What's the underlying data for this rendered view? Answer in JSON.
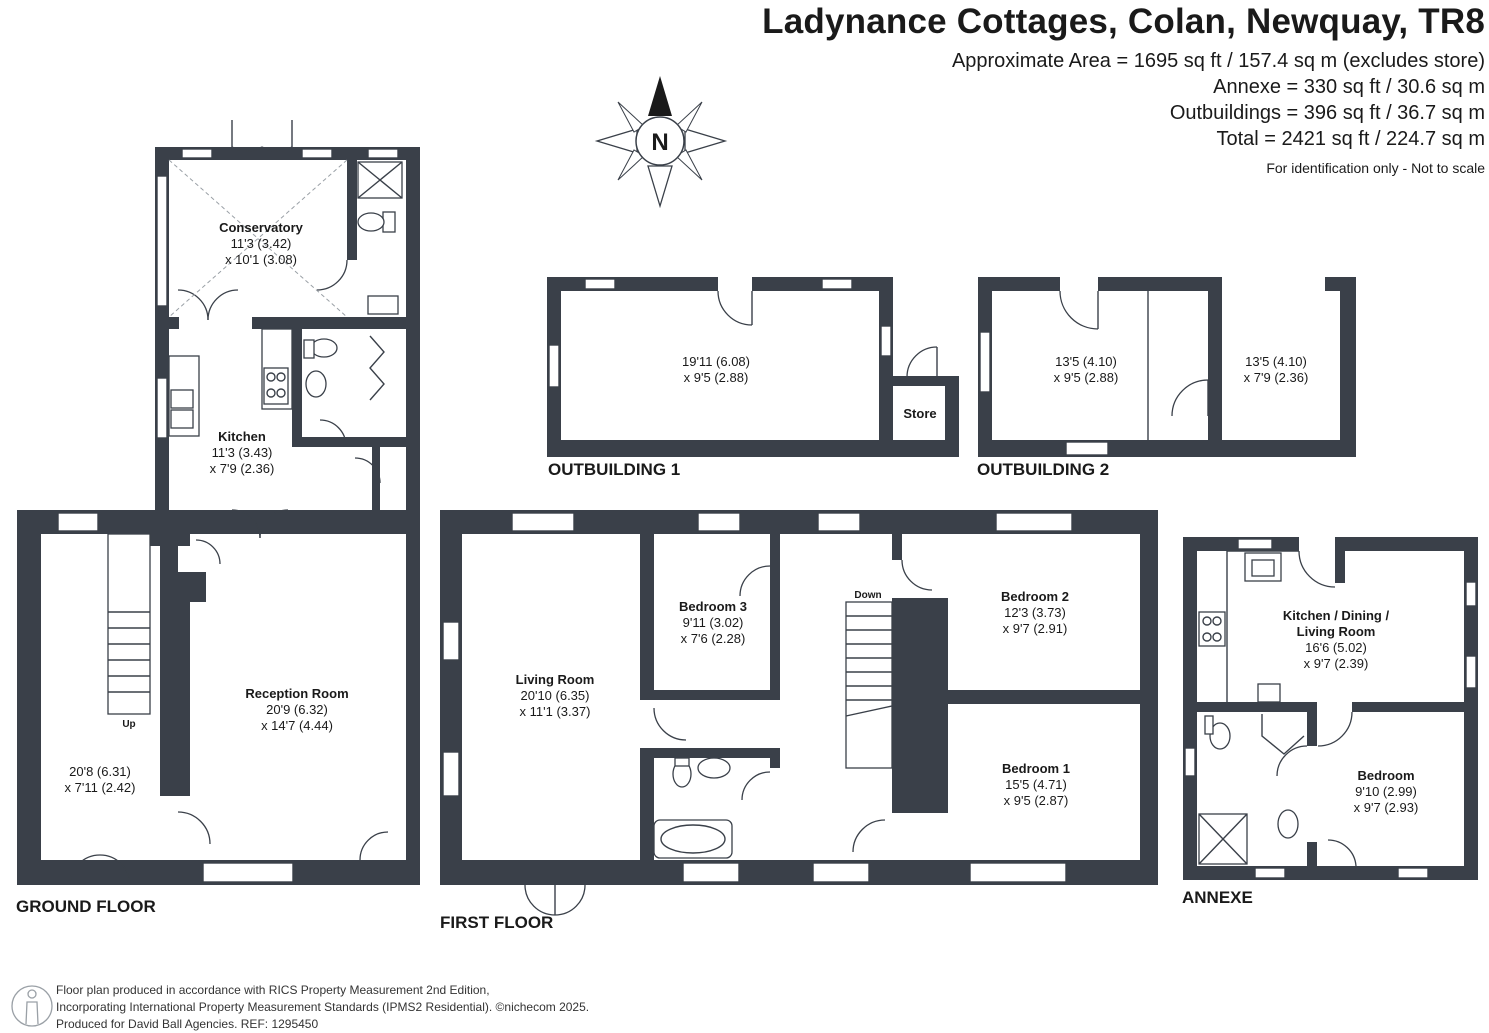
{
  "header": {
    "title": "Ladynance Cottages, Colan, Newquay, TR8",
    "areas": [
      "Approximate Area = 1695 sq ft / 157.4 sq m (excludes store)",
      "Annexe = 330 sq ft / 30.6 sq m",
      "Outbuildings = 396 sq ft / 36.7 sq m",
      "Total = 2421 sq ft / 224.7 sq m"
    ],
    "note": "For identification only - Not to scale"
  },
  "compass": {
    "label": "N"
  },
  "floors": {
    "ground": {
      "label": "GROUND FLOOR",
      "rooms": {
        "conservatory": {
          "name": "Conservatory",
          "dims": [
            "11'3 (3.42)",
            "x 10'1 (3.08)"
          ]
        },
        "kitchen": {
          "name": "Kitchen",
          "dims": [
            "11'3 (3.43)",
            "x 7'9 (2.36)"
          ]
        },
        "reception": {
          "name": "Reception Room",
          "dims": [
            "20'9 (6.32)",
            "x 14'7 (4.44)"
          ]
        },
        "hall": {
          "dims": [
            "20'8 (6.31)",
            "x 7'11 (2.42)"
          ]
        }
      },
      "stairs_label": "Up"
    },
    "first": {
      "label": "FIRST FLOOR",
      "rooms": {
        "living": {
          "name": "Living Room",
          "dims": [
            "20'10 (6.35)",
            "x 11'1 (3.37)"
          ]
        },
        "bed3": {
          "name": "Bedroom 3",
          "dims": [
            "9'11 (3.02)",
            "x 7'6 (2.28)"
          ]
        },
        "bed2": {
          "name": "Bedroom 2",
          "dims": [
            "12'3 (3.73)",
            "x 9'7 (2.91)"
          ]
        },
        "bed1": {
          "name": "Bedroom 1",
          "dims": [
            "15'5 (4.71)",
            "x 9'5 (2.87)"
          ]
        }
      },
      "stairs_label": "Down"
    },
    "out1": {
      "label": "OUTBUILDING 1",
      "main": {
        "dims": [
          "19'11 (6.08)",
          "x 9'5 (2.88)"
        ]
      },
      "store": {
        "name": "Store"
      }
    },
    "out2": {
      "label": "OUTBUILDING 2",
      "left": {
        "dims": [
          "13'5 (4.10)",
          "x 9'5 (2.88)"
        ]
      },
      "right": {
        "dims": [
          "13'5 (4.10)",
          "x 7'9 (2.36)"
        ]
      }
    },
    "annexe": {
      "label": "ANNEXE",
      "rooms": {
        "kdl": {
          "name_lines": [
            "Kitchen / Dining /",
            "Living Room"
          ],
          "dims": [
            "16'6 (5.02)",
            "x 9'7 (2.39)"
          ]
        },
        "bedroom": {
          "name": "Bedroom",
          "dims": [
            "9'10 (2.99)",
            "x 9'7 (2.93)"
          ]
        }
      }
    }
  },
  "footer": {
    "lines": [
      "Floor plan produced in accordance with RICS Property Measurement 2nd Edition,",
      "Incorporating International Property Measurement Standards (IPMS2 Residential).  ©nichecom 2025.",
      "Produced for David Ball Agencies.   REF:  1295450"
    ]
  },
  "colors": {
    "wall": "#3a4049",
    "text": "#1a1a1a"
  }
}
